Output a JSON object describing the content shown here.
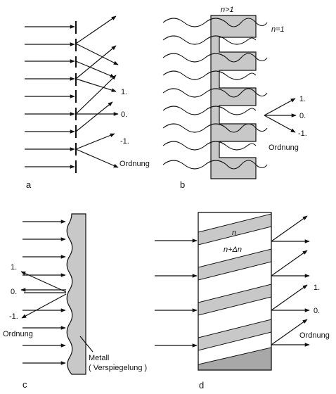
{
  "panels": {
    "a": {
      "label": "a",
      "orders": [
        "1.",
        "0.",
        "-1."
      ],
      "order_word": "Ordnung"
    },
    "b": {
      "label": "b",
      "n_inside": "n>1",
      "n_outside": "n=1",
      "orders": [
        "1.",
        "0.",
        "-1."
      ],
      "order_word": "Ordnung"
    },
    "c": {
      "label": "c",
      "orders": [
        "1.",
        "0.",
        "-1."
      ],
      "order_word": "Ordnung",
      "material_line1": "Metall",
      "material_line2": "( Verspiegelung )"
    },
    "d": {
      "label": "d",
      "n_layer": "n",
      "n_delta_layer": "n+Δn",
      "orders": [
        "1.",
        "0."
      ],
      "order_word": "Ordnung"
    }
  },
  "colors": {
    "line": "#111111",
    "grating_gray": "#c8c8c8",
    "dark_layer": "#a8a8a8"
  }
}
